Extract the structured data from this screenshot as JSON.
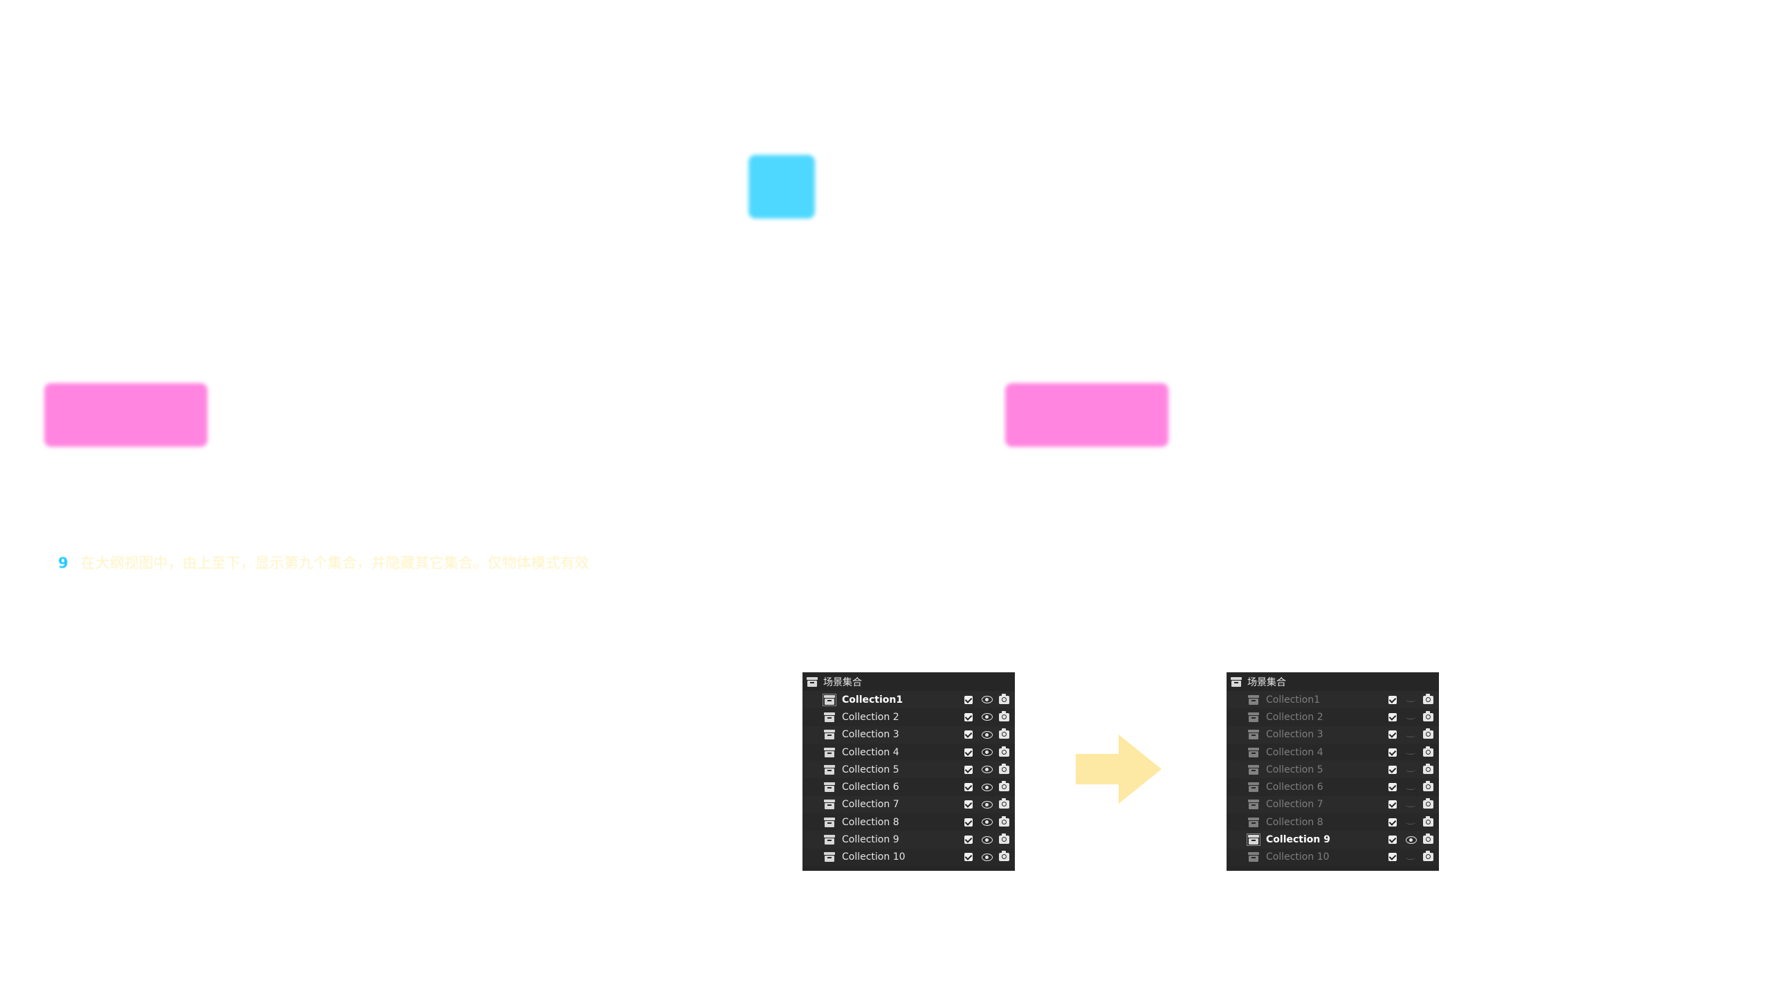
{
  "colors": {
    "blue_box": "#4fd8ff",
    "pink_box": "#ff85e0",
    "step_number": "#1ec8ff",
    "instruction_text": "#fff3c4",
    "arrow": "#fde9a3",
    "panel_bg": "#262626"
  },
  "instruction": {
    "number": "9",
    "text": "在大纲视图中，由上至下，显示第九个集合，并隐藏其它集合。仅物体模式有效"
  },
  "panels": [
    {
      "header": "场景集合",
      "rows": [
        {
          "label": "Collection1",
          "visible": true,
          "state": "active"
        },
        {
          "label": "Collection 2",
          "visible": true,
          "state": "normal"
        },
        {
          "label": "Collection 3",
          "visible": true,
          "state": "normal"
        },
        {
          "label": "Collection 4",
          "visible": true,
          "state": "normal"
        },
        {
          "label": "Collection 5",
          "visible": true,
          "state": "normal"
        },
        {
          "label": "Collection 6",
          "visible": true,
          "state": "normal"
        },
        {
          "label": "Collection 7",
          "visible": true,
          "state": "normal"
        },
        {
          "label": "Collection 8",
          "visible": true,
          "state": "normal"
        },
        {
          "label": "Collection 9",
          "visible": true,
          "state": "normal"
        },
        {
          "label": "Collection 10",
          "visible": true,
          "state": "normal"
        }
      ]
    },
    {
      "header": "场景集合",
      "rows": [
        {
          "label": "Collection1",
          "visible": false,
          "state": "dim"
        },
        {
          "label": "Collection 2",
          "visible": false,
          "state": "dim"
        },
        {
          "label": "Collection 3",
          "visible": false,
          "state": "dim"
        },
        {
          "label": "Collection 4",
          "visible": false,
          "state": "dim"
        },
        {
          "label": "Collection 5",
          "visible": false,
          "state": "dim"
        },
        {
          "label": "Collection 6",
          "visible": false,
          "state": "dim"
        },
        {
          "label": "Collection 7",
          "visible": false,
          "state": "dim"
        },
        {
          "label": "Collection 8",
          "visible": false,
          "state": "dim"
        },
        {
          "label": "Collection 9",
          "visible": true,
          "state": "active"
        },
        {
          "label": "Collection 10",
          "visible": false,
          "state": "dim"
        }
      ]
    }
  ]
}
